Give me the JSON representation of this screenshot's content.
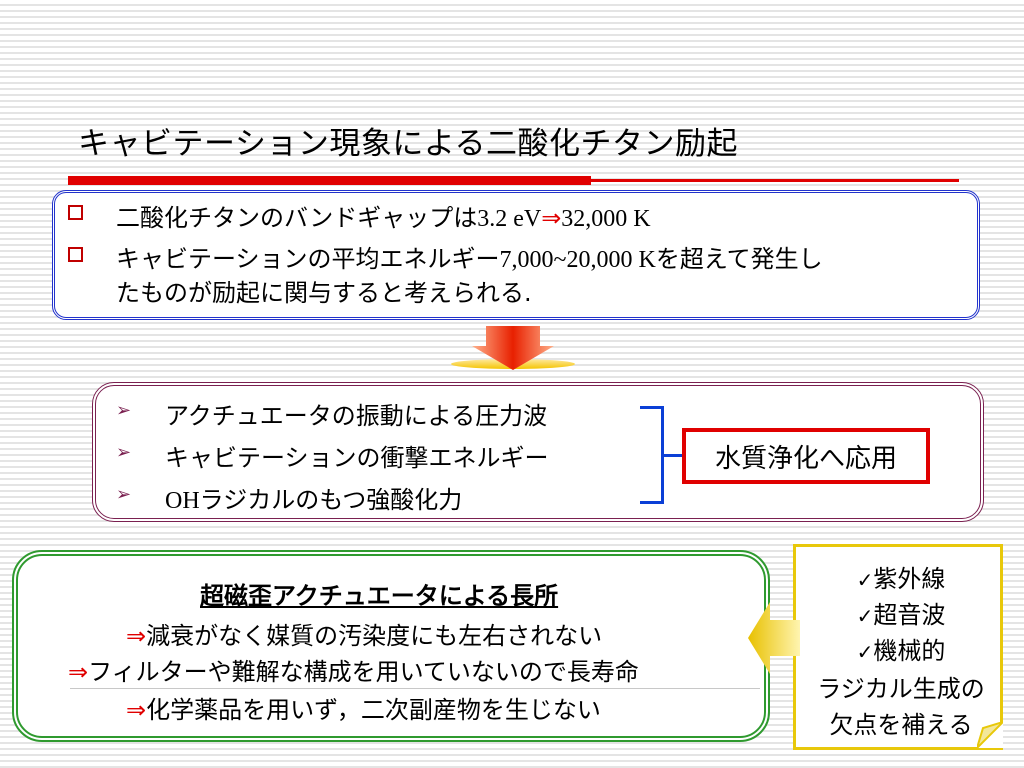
{
  "slide": {
    "title": "キャビテーション現象による二酸化チタン励起",
    "box1": {
      "line1_text": "二酸化チタンのバンドギャップは",
      "line1_num": "3.2 eV",
      "line1_arrow": "⇒",
      "line1_temp": "32,000 K",
      "line2_text": "キャビテーションの平均エネルギー",
      "line2_range": "7,000~20,000 K",
      "line2_tail": "を超えて発生し",
      "line3_text": "たものが励起に関与すると考えられる."
    },
    "box2": {
      "items": [
        "アクチュエータの振動による圧力波",
        "キャビテーションの衝撃エネルギー",
        "ラジカルのもつ強酸化力"
      ],
      "item3_prefix": "OH",
      "result_label": "水質浄化へ応用"
    },
    "box3": {
      "heading": "超磁歪アクチュエータによる長所",
      "arrow": "⇒",
      "points": [
        "減衰がなく媒質の汚染度にも左右されない",
        "フィルターや難解な構成を用いていないので長寿命",
        "化学薬品を用いず，二次副産物を生じない"
      ]
    },
    "note": {
      "check": "✓",
      "items": [
        "紫外線",
        "超音波",
        "機械的"
      ],
      "tail_line1": "ラジカル生成の",
      "tail_line2": "欠点を補える"
    }
  },
  "colors": {
    "accent_red": "#e00000",
    "box1_border": "#2233cc",
    "box2_border": "#7a2050",
    "box3_border": "#2f9a2f",
    "note_border": "#e8c80a",
    "bracket_blue": "#0b3fd6"
  },
  "icons": {
    "bullet_square": "square-bullet-icon",
    "bullet_triangle": "triangle-bullet-icon",
    "down_arrow": "down-arrow-icon",
    "left_callout_arrow": "left-arrow-icon",
    "checkmark": "check-icon"
  }
}
